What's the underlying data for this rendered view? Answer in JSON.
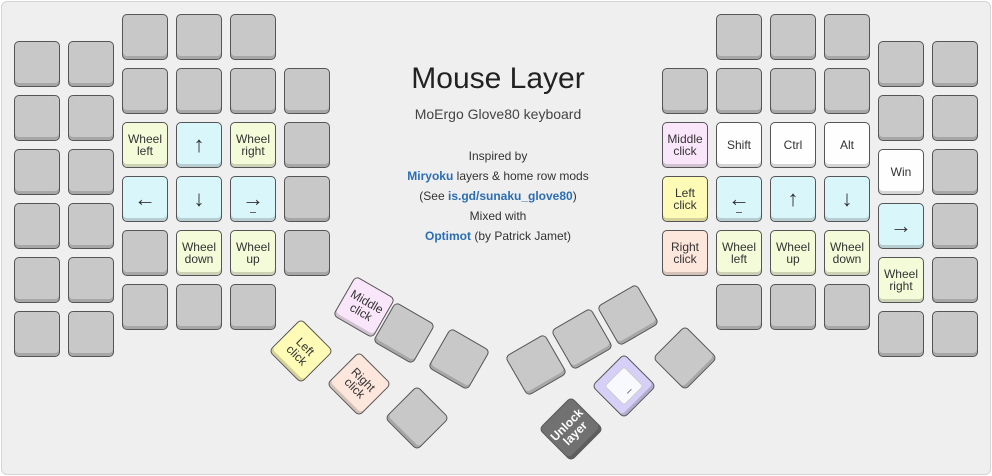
{
  "title": "Mouse Layer",
  "subtitle": "MoErgo Glove80 keyboard",
  "info": {
    "inspired_by": "Inspired by",
    "miryoku_link": "Miryoku",
    "miryoku_rest": "layers & home row mods",
    "see_open": "(See",
    "see_link": "is.gd/sunaku_glove80",
    "see_close": ")",
    "mixed_with": "Mixed with",
    "optimot_link": "Optimot",
    "optimot_rest": "(by Patrick Jamet)"
  },
  "keys": {
    "left_wheel_left": "Wheel\nleft",
    "left_up": "↑",
    "left_wheel_right": "Wheel\nright",
    "left_left": "←",
    "left_down": "↓",
    "left_right": "→",
    "left_wheel_down": "Wheel\ndown",
    "left_wheel_up": "Wheel\nup",
    "left_middle_click": "Middle\nclick",
    "left_left_click": "Left\nclick",
    "left_right_click": "Right\nclick",
    "right_middle_click": "Middle\nclick",
    "right_shift": "Shift",
    "right_ctrl": "Ctrl",
    "right_alt": "Alt",
    "right_win": "Win",
    "right_left_click": "Left\nclick",
    "right_left": "←",
    "right_up": "↑",
    "right_down": "↓",
    "right_right": "→",
    "right_right_click": "Right\nclick",
    "right_wheel_left": "Wheel\nleft",
    "right_wheel_up": "Wheel\nup",
    "right_wheel_down": "Wheel\ndown",
    "right_wheel_right": "Wheel\nright",
    "unlock_layer": "Unlock\nlayer"
  },
  "colors": {
    "blank": "#c8c8c8",
    "modifier": "#fefefe",
    "wheel": "#f4fbd9",
    "arrow": "#d9f6fb",
    "middle_click": "#fae6fa",
    "left_click": "#fdfbb6",
    "right_click": "#fde6dc",
    "layer_active": "#d6cff8",
    "unlock": "#717171",
    "link": "#2a6db4"
  }
}
